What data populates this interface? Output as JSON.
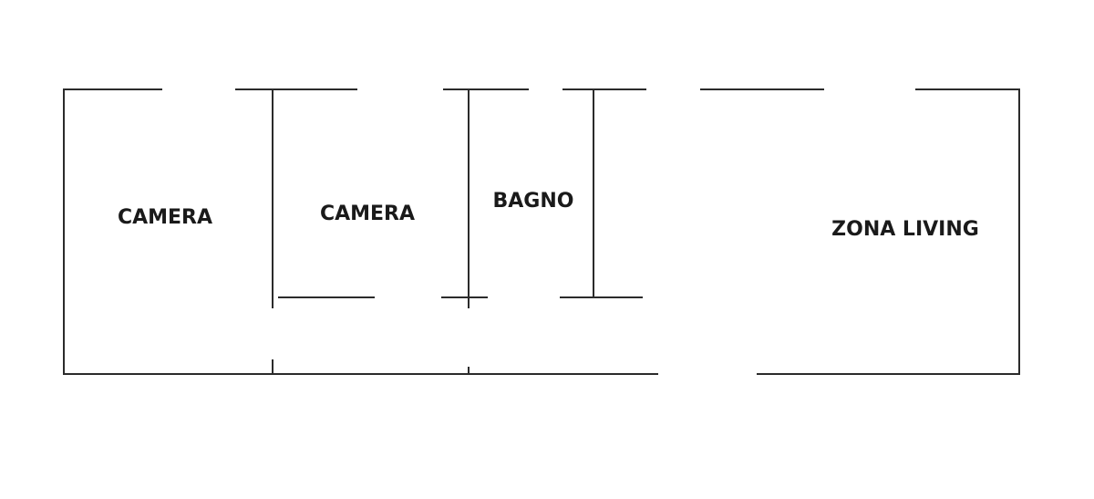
{
  "floorplan": {
    "rooms": [
      {
        "id": "camera-1",
        "label": "CAMERA"
      },
      {
        "id": "camera-2",
        "label": "CAMERA"
      },
      {
        "id": "bagno",
        "label": "BAGNO"
      },
      {
        "id": "zona-living",
        "label": "ZONA LIVING"
      }
    ],
    "colors": {
      "wall": "#2b2b2b",
      "label": "#1a1a1a",
      "background": "#ffffff"
    }
  }
}
